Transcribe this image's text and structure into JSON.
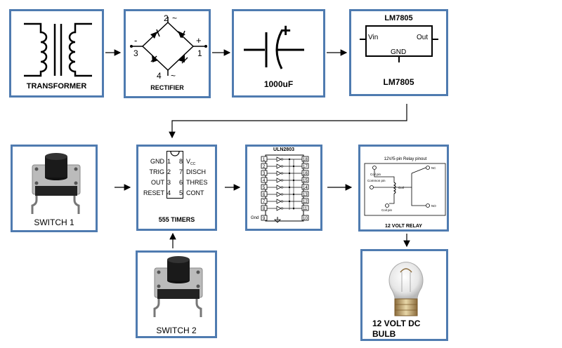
{
  "blocks": {
    "transformer": {
      "label": "TRANSFORMER"
    },
    "rectifier": {
      "label": "RECTIFIER",
      "pins": [
        "2",
        "~",
        "-",
        "3",
        "+",
        "1",
        "4",
        "~"
      ]
    },
    "capacitor": {
      "label": "1000uF",
      "polarity": "+"
    },
    "regulator": {
      "label": "LM7805",
      "chip_title": "LM7805",
      "vin": "Vin",
      "out": "Out",
      "gnd": "GND"
    },
    "switch1": {
      "label": "SWITCH 1"
    },
    "timer": {
      "label": "555 TIMERS",
      "left_pins": [
        {
          "name": "GND",
          "num": "1"
        },
        {
          "name": "TRIG",
          "num": "2"
        },
        {
          "name": "OUT",
          "num": "3"
        },
        {
          "name": "RESET",
          "num": "4"
        }
      ],
      "right_pins": [
        {
          "name": "VCC",
          "num": "8"
        },
        {
          "name": "DISCH",
          "num": "7"
        },
        {
          "name": "THRES",
          "num": "6"
        },
        {
          "name": "CONT",
          "num": "5"
        }
      ]
    },
    "driver": {
      "title": "ULN2803",
      "left_pins": [
        "1",
        "2",
        "3",
        "4",
        "5",
        "6",
        "7",
        "8"
      ],
      "right_pins": [
        "18",
        "17",
        "16",
        "15",
        "14",
        "13",
        "12",
        "11"
      ],
      "gnd_label": "Gnd",
      "gnd_pin": "9",
      "last_pin": "10"
    },
    "relay": {
      "label": "12 VOLT RELAY",
      "title": "12V/5-pin Relay pinout",
      "coil_pin": "Coil pin",
      "common_pin": "Common pin",
      "coil": "Coil",
      "coil_pin2": "Coil pin",
      "nc": "NC",
      "no": "NO"
    },
    "switch2": {
      "label": "SWITCH 2"
    },
    "bulb": {
      "label_line1": "12 VOLT DC",
      "label_line2": "BULB"
    }
  }
}
